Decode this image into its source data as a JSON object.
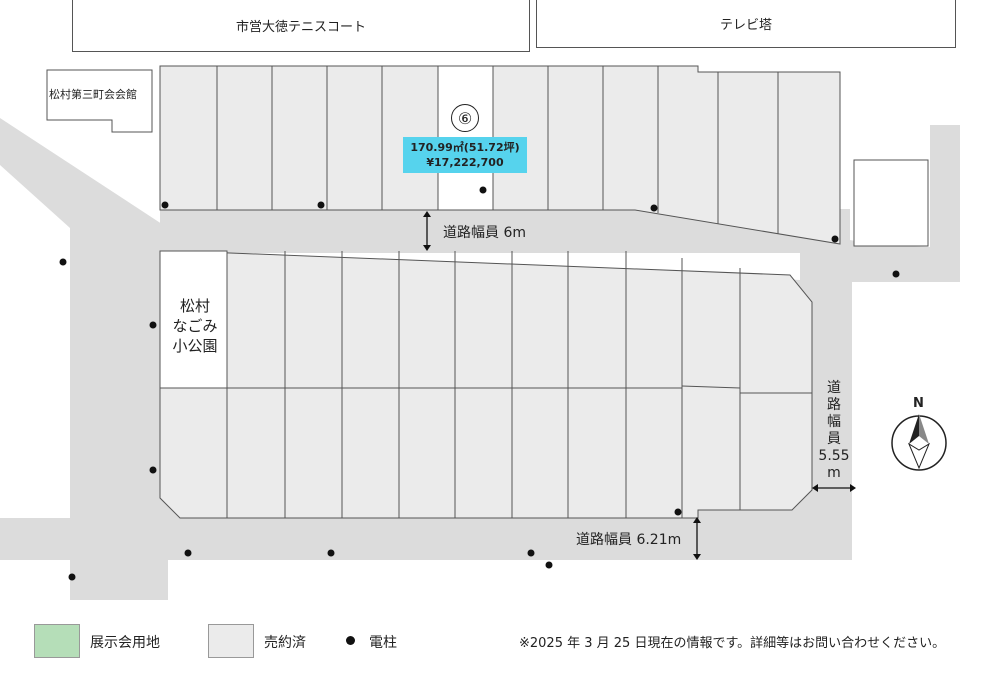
{
  "surroundings": {
    "tennis_court": "市営大徳テニスコート",
    "tv_tower": "テレビ塔",
    "community_hall": "松村第三町会会館",
    "park": [
      "松村",
      "なごみ",
      "小公園"
    ]
  },
  "roads": {
    "north": "道路幅員 6m",
    "south": "道路幅員 6.21m",
    "east_lines": [
      "道",
      "路",
      "幅",
      "員",
      "5.55",
      "m"
    ]
  },
  "featured_lot": {
    "number": "⑥",
    "area": "170.99㎡(51.72坪)",
    "price": "¥17,222,700",
    "highlight_color": "#56d3ed"
  },
  "compass": {
    "label": "N"
  },
  "legend": [
    {
      "label": "展示会用地",
      "color": "#b5deb8"
    },
    {
      "label": "売約済",
      "color": "#ebebeb"
    },
    {
      "label": "電柱",
      "color": "#111111"
    }
  ],
  "note": "※2025 年 3 月 25 日現在の情報です。詳細等はお問い合わせください。",
  "colors": {
    "road": "#dcdcdc",
    "sold_lot": "#ebebeb",
    "lot_border": "#555555"
  }
}
